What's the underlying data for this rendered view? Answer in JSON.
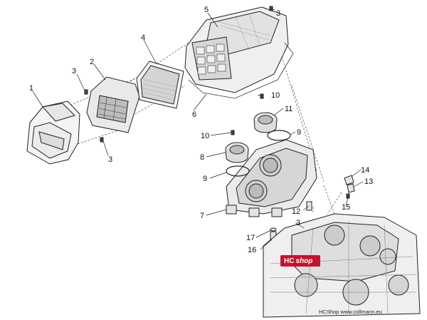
{
  "labels": {
    "l1": "1",
    "l2": "2",
    "l3a": "3",
    "l3b": "3",
    "l3c": "3",
    "l3d": "3",
    "l4": "4",
    "l5": "5",
    "l6": "6",
    "l7": "7",
    "l8": "8",
    "l9a": "9",
    "l9b": "9",
    "l10a": "10",
    "l10b": "10",
    "l11": "11",
    "l12": "12",
    "l13": "13",
    "l14": "14",
    "l15": "15",
    "l16": "16",
    "l17": "17"
  },
  "branding": {
    "hc": "HC",
    "shop": "shop",
    "footer": "HCShop www.collmann.eu"
  }
}
